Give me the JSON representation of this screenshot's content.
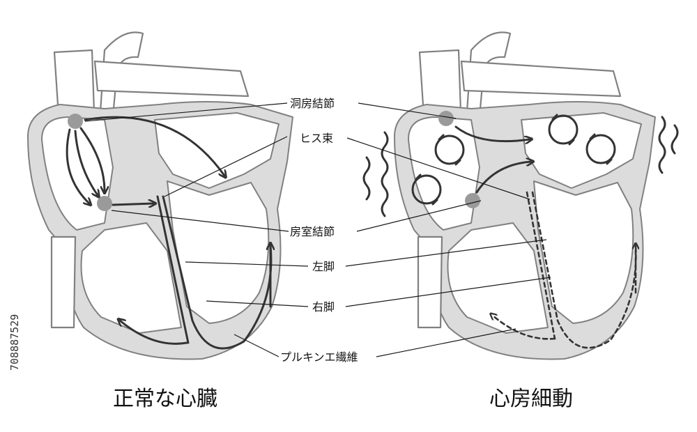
{
  "labels": {
    "sa_node": "洞房結節",
    "his_bundle": "ヒス束",
    "av_node": "房室結節",
    "left_bundle": "左脚",
    "right_bundle": "右脚",
    "purkinje": "プルキンエ繊維"
  },
  "titles": {
    "normal": "正常な心臓",
    "afib": "心房細動"
  },
  "side_id": "708887529",
  "colors": {
    "wall": "#dcdcdc",
    "outline": "#808080",
    "node": "#9a9a9a",
    "signal": "#333333"
  }
}
